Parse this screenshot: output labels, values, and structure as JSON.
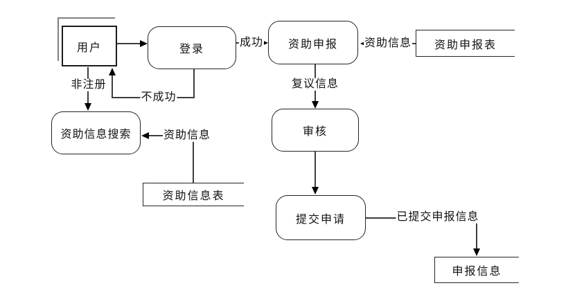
{
  "diagram": {
    "title": "funding-application-data-flow-diagram",
    "colors": {
      "background": "#ffffff",
      "line": "#3d3d3d",
      "box_border": "#222222",
      "entity_shadow": "#808080",
      "text": "#111111"
    },
    "nodes": {
      "user": {
        "label": "用户",
        "shape": "external-entity"
      },
      "login": {
        "label": "登录",
        "shape": "rounded-process"
      },
      "funding_apply": {
        "label": "资助申报",
        "shape": "rounded-process"
      },
      "funding_form": {
        "label": "资助申报表",
        "shape": "data-store"
      },
      "info_search": {
        "label": "资助信息搜索",
        "shape": "rounded-process"
      },
      "info_table": {
        "label": "资助信息表",
        "shape": "data-store"
      },
      "review": {
        "label": "审核",
        "shape": "rounded-process"
      },
      "submit": {
        "label": "提交申请",
        "shape": "rounded-process"
      },
      "application_info": {
        "label": "申报信息",
        "shape": "data-store"
      }
    },
    "edges": {
      "user_to_login": {
        "label": ""
      },
      "login_to_funding_apply": {
        "label": "成功"
      },
      "form_to_funding_apply": {
        "label": "资助信息"
      },
      "login_fail_to_user": {
        "label": "不成功"
      },
      "user_to_search": {
        "label": "非注册"
      },
      "table_to_search": {
        "label": "资助信息"
      },
      "apply_to_review": {
        "label": "复议信息"
      },
      "review_to_submit": {
        "label": ""
      },
      "submit_to_application": {
        "label": "已提交申报信息"
      }
    }
  }
}
